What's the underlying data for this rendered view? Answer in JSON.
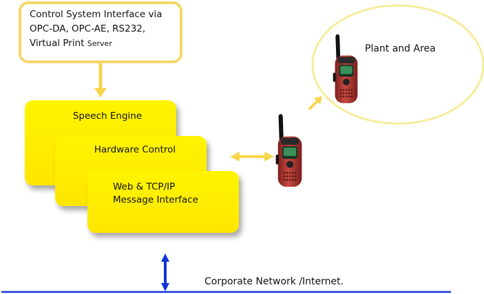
{
  "input_box": {
    "line1": "Control System Interface via",
    "line2": "OPC-DA, OPC-AE, RS232,",
    "line3_main": "Virtual Print",
    "line3_small": "Server"
  },
  "stack": {
    "speech_engine": "Speech Engine",
    "hardware_control": "Hardware Control",
    "web_line1": "Web & TCP/IP",
    "web_line2": "Message Interface"
  },
  "plant_area": {
    "label": "Plant and Area"
  },
  "network": {
    "label": "Corporate Network /Internet."
  },
  "icons": {
    "radio": "walkie-talkie-icon"
  },
  "colors": {
    "yellow_fill": "#ffee00",
    "box_border": "#f5d86a",
    "arrow_yellow": "#f7d64c",
    "network_blue": "#1133dd",
    "radio_body": "#b83a35"
  }
}
